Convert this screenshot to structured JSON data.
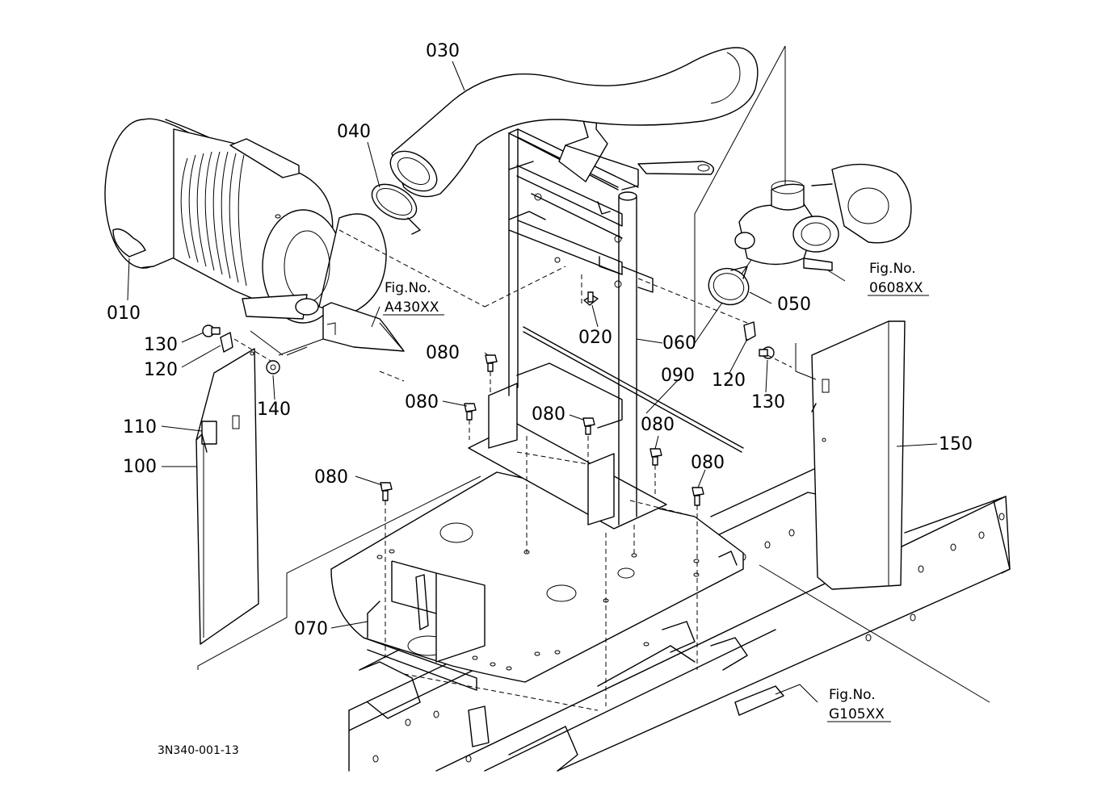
{
  "drawing_code": "3N340-001-13",
  "parts": {
    "p010": "010",
    "p020": "020",
    "p030": "030",
    "p040": "040",
    "p050": "050",
    "p060": "060",
    "p070": "070",
    "p080": "080",
    "p090": "090",
    "p100": "100",
    "p110": "110",
    "p120": "120",
    "p130": "130",
    "p140": "140",
    "p150": "150"
  },
  "figure_refs": {
    "fig_label": "Fig.No.",
    "a430": "A430XX",
    "f0608": "0608XX",
    "g105": "G105XX"
  }
}
